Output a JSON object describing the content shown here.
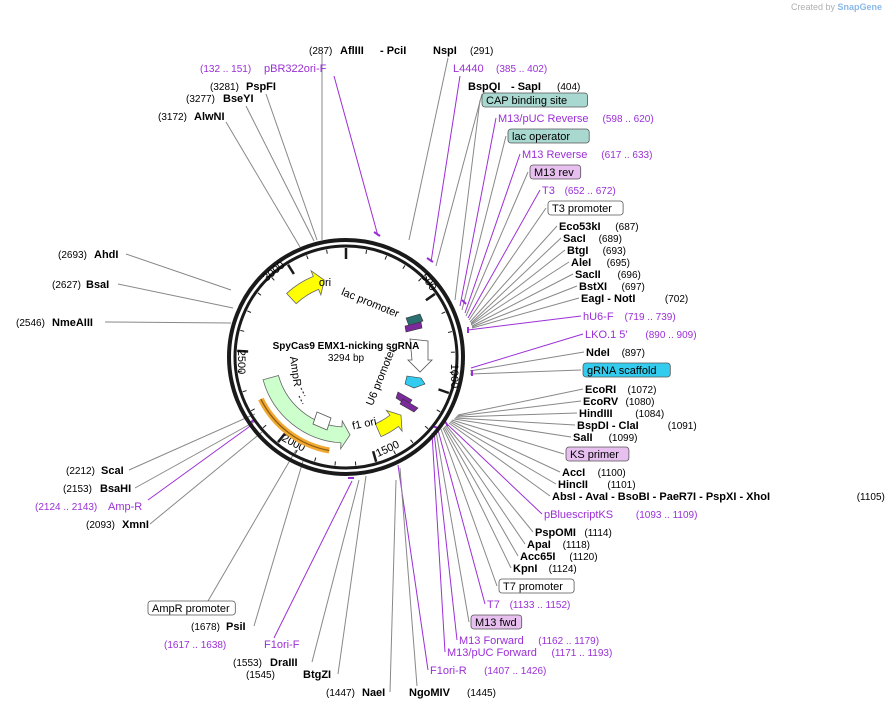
{
  "credit": {
    "prefix": "Created by",
    "brand": "SnapGene"
  },
  "plasmid": {
    "name": "SpyCas9 EMX1-nicking sgRNA",
    "size": "3294 bp",
    "length": 3294
  },
  "colors": {
    "primer": "#9b2fd6",
    "ori": "#ffff00",
    "ampr": "#ccffcc",
    "rbox": "#f0a830",
    "scaffold": "#33ccee",
    "cap": "#a8d8d0",
    "m13rev": "#e8c0f0"
  },
  "ticks": [
    "500",
    "1000",
    "1500",
    "2000",
    "2500",
    "3000"
  ],
  "features": [
    {
      "name": "ori",
      "start": 2900,
      "end": 3150,
      "color": "#ffff00"
    },
    {
      "name": "f1 ori",
      "start": 1250,
      "end": 1430,
      "color": "#ffff00"
    },
    {
      "name": "AmpR",
      "start": 1620,
      "end": 2330,
      "color": "#ccffcc"
    }
  ],
  "feature_labels": {
    "lac": "lac promoter",
    "u6": "U6 promoter",
    "ampr": "AmpR"
  },
  "right_labels": [
    {
      "kind": "enz",
      "parts": [
        {
          "t": "(287)",
          "c": "pos"
        },
        {
          "t": "AflIII",
          "c": "enz"
        },
        {
          "t": "-",
          "c": "enz"
        },
        {
          "t": "PciI",
          "c": "enz"
        },
        {
          "t": "NspI",
          "c": "enz"
        },
        {
          "t": "(291)",
          "c": "pos"
        }
      ]
    },
    {
      "kind": "x"
    }
  ],
  "labels_top": [
    {
      "text": "(287)",
      "cls": "pos"
    },
    {
      "text": "AflIII",
      "cls": "enz"
    },
    {
      "text": "- PciI",
      "cls": "enz"
    },
    {
      "text": "NspI",
      "cls": "enz"
    },
    {
      "text": "(291)",
      "cls": "pos"
    },
    {
      "text": "(132 .. 151)",
      "cls": "primpos"
    },
    {
      "text": "pBR322ori-F",
      "cls": "prim"
    },
    {
      "text": "L4440",
      "cls": "prim"
    },
    {
      "text": "(385 .. 402)",
      "cls": "primpos"
    },
    {
      "text": "(3281)",
      "cls": "pos"
    },
    {
      "text": "PspFI",
      "cls": "enz"
    },
    {
      "text": "BspQI",
      "cls": "enz"
    },
    {
      "text": "- SapI",
      "cls": "enz"
    },
    {
      "text": "(404)",
      "cls": "pos"
    },
    {
      "text": "(3277)",
      "cls": "pos"
    },
    {
      "text": "BseYI",
      "cls": "enz"
    },
    {
      "text": "(3172)",
      "cls": "pos"
    },
    {
      "text": "AlwNI",
      "cls": "enz"
    }
  ],
  "right_items": [
    {
      "type": "box",
      "text": "CAP binding site",
      "fill": "#a8d8d0"
    },
    {
      "type": "primer",
      "text": "M13/pUC Reverse",
      "pos": "(598 .. 620)"
    },
    {
      "type": "box",
      "text": "lac operator",
      "fill": "#a8d8d0"
    },
    {
      "type": "primer",
      "text": "M13 Reverse",
      "pos": "(617 .. 633)"
    },
    {
      "type": "box",
      "text": "M13 rev",
      "fill": "#e8c0f0"
    },
    {
      "type": "primer",
      "text": "T3",
      "pos": "(652 .. 672)"
    },
    {
      "type": "box",
      "text": "T3 promoter",
      "fill": "#ffffff"
    },
    {
      "type": "enz",
      "text": "Eco53kI",
      "pos": "(687)"
    },
    {
      "type": "enz",
      "text": "SacI",
      "pos": "(689)"
    },
    {
      "type": "enz",
      "text": "BtgI",
      "pos": "(693)"
    },
    {
      "type": "enz",
      "text": "AleI",
      "pos": "(695)"
    },
    {
      "type": "enz",
      "text": "SacII",
      "pos": "(696)"
    },
    {
      "type": "enz",
      "text": "BstXI",
      "pos": "(697)"
    },
    {
      "type": "enz",
      "text": "EagI - NotI",
      "pos": "(702)"
    },
    {
      "type": "primer",
      "text": "hU6-F",
      "pos": "(719 .. 739)"
    },
    {
      "type": "primer",
      "text": "LKO.1 5'",
      "pos": "(890 .. 909)"
    },
    {
      "type": "enz",
      "text": "NdeI",
      "pos": "(897)"
    },
    {
      "type": "box",
      "text": "gRNA scaffold",
      "fill": "#33ccee"
    },
    {
      "type": "enz",
      "text": "EcoRI",
      "pos": "(1072)"
    },
    {
      "type": "enz",
      "text": "EcoRV",
      "pos": "(1080)"
    },
    {
      "type": "enz",
      "text": "HindIII",
      "pos": "(1084)"
    },
    {
      "type": "enz",
      "text": "BspDI - ClaI",
      "pos": "(1091)"
    },
    {
      "type": "enz",
      "text": "SalI",
      "pos": "(1099)"
    },
    {
      "type": "box",
      "text": "KS primer",
      "fill": "#e8c0f0"
    },
    {
      "type": "enz",
      "text": "AccI",
      "pos": "(1100)"
    },
    {
      "type": "enz",
      "text": "HincII",
      "pos": "(1101)"
    },
    {
      "type": "enz",
      "text": "AbsI - AvaI - BsoBI - PaeR7I - PspXI - XhoI",
      "pos": "(1105)"
    },
    {
      "type": "primer",
      "text": "pBluescriptKS",
      "pos": "(1093 .. 1109)"
    },
    {
      "type": "enz",
      "text": "PspOMI",
      "pos": "(1114)"
    },
    {
      "type": "enz",
      "text": "ApaI",
      "pos": "(1118)"
    },
    {
      "type": "enz",
      "text": "Acc65I",
      "pos": "(1120)"
    },
    {
      "type": "enz",
      "text": "KpnI",
      "pos": "(1124)"
    },
    {
      "type": "box",
      "text": "T7 promoter",
      "fill": "#ffffff"
    },
    {
      "type": "primer",
      "text": "T7",
      "pos": "(1133 .. 1152)"
    },
    {
      "type": "box",
      "text": "M13 fwd",
      "fill": "#e8c0f0"
    },
    {
      "type": "primer",
      "text": "M13 Forward",
      "pos": "(1162 .. 1179)"
    },
    {
      "type": "primer",
      "text": "M13/pUC Forward",
      "pos": "(1171 .. 1193)"
    },
    {
      "type": "primer",
      "text": "F1ori-R",
      "pos": "(1407 .. 1426)"
    }
  ],
  "left_items": [
    {
      "type": "enz",
      "text": "AhdI",
      "pos": "(2693)"
    },
    {
      "type": "enz",
      "text": "BsaI",
      "pos": "(2627)"
    },
    {
      "type": "enz",
      "text": "NmeAIII",
      "pos": "(2546)"
    },
    {
      "type": "enz",
      "text": "ScaI",
      "pos": "(2212)"
    },
    {
      "type": "enz",
      "text": "BsaHI",
      "pos": "(2153)"
    },
    {
      "type": "primer",
      "text": "Amp-R",
      "pos": "(2124 .. 2143)"
    },
    {
      "type": "enz",
      "text": "XmnI",
      "pos": "(2093)"
    },
    {
      "type": "box",
      "text": "AmpR promoter",
      "fill": "#ffffff"
    },
    {
      "type": "enz",
      "text": "PsiI",
      "pos": "(1678)"
    },
    {
      "type": "primer",
      "text": "F1ori-F",
      "pos": "(1617 .. 1638)"
    },
    {
      "type": "enz",
      "text": "DraIII",
      "pos": "(1553)"
    },
    {
      "type": "enz",
      "text": "BtgZI",
      "pos": "(1545)"
    },
    {
      "type": "enz",
      "text": "NaeI",
      "pos": "(1447)"
    },
    {
      "type": "enz",
      "text": "NgoMIV",
      "pos": "(1445)"
    }
  ]
}
